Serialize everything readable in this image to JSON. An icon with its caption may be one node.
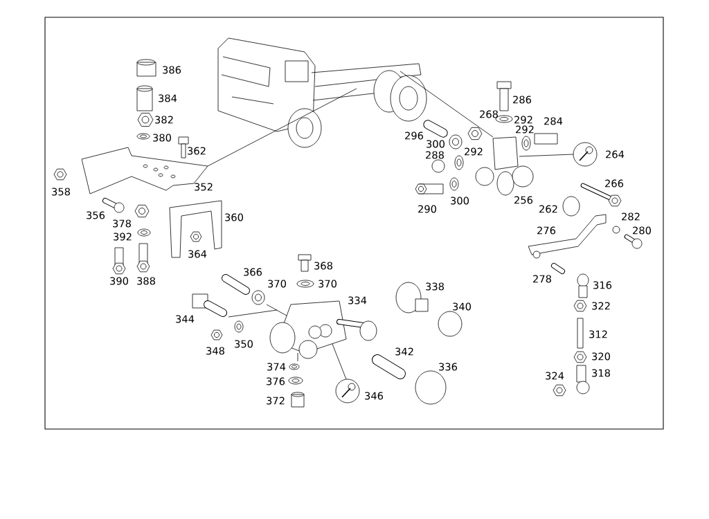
{
  "diagram": {
    "labels": [
      "386",
      "384",
      "286",
      "382",
      "292",
      "284",
      "268",
      "292",
      "380",
      "296",
      "300",
      "362",
      "292",
      "288",
      "264",
      "352",
      "266",
      "358",
      "300",
      "256",
      "290",
      "262",
      "356",
      "360",
      "282",
      "378",
      "276",
      "280",
      "392",
      "364",
      "368",
      "278",
      "366",
      "390",
      "388",
      "370",
      "370",
      "338",
      "316",
      "334",
      "340",
      "322",
      "344",
      "312",
      "350",
      "348",
      "342",
      "320",
      "374",
      "336",
      "324",
      "318",
      "376",
      "346",
      "372"
    ]
  }
}
